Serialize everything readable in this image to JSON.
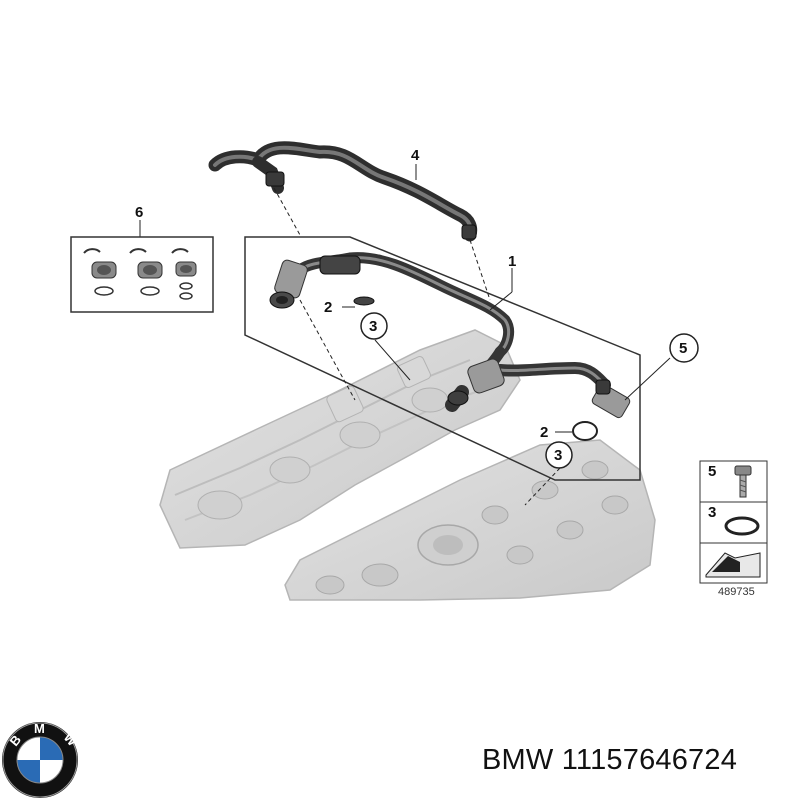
{
  "diagram": {
    "callouts": {
      "c1": "1",
      "c2a": "2",
      "c2b": "2",
      "c3a": "3",
      "c3b": "3",
      "c4": "4",
      "c5": "5",
      "c6": "6"
    },
    "legend": {
      "item5": "5",
      "item3": "3"
    },
    "diagram_number": "489735"
  },
  "logo": {
    "letters": [
      "B",
      "M",
      "W"
    ],
    "colors": {
      "ring": "#111111",
      "blue": "#2a6bb5",
      "white": "#ffffff"
    }
  },
  "footer": {
    "part_label": "BMW 11157646724"
  }
}
